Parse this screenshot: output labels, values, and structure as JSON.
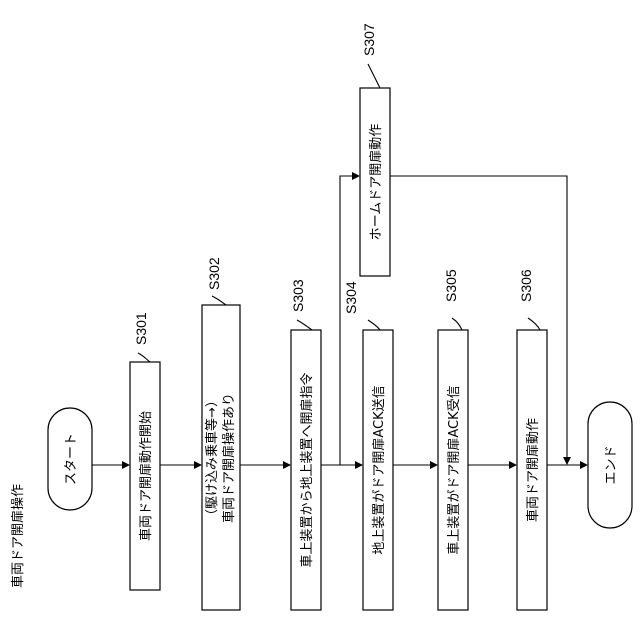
{
  "title": "車両ドア開扉操作",
  "nodes": {
    "start": {
      "text": "スタート"
    },
    "s301": {
      "step": "S301",
      "text": "車両ドア開扉動作開始"
    },
    "s302": {
      "step": "S302",
      "line1": "（駆け込み乗車等→）",
      "line2": "車両ドア開扉操作あり"
    },
    "s303": {
      "step": "S303",
      "text": "車上装置から地上装置へ開扉指令"
    },
    "s304": {
      "step": "S304",
      "text": "地上装置がドア開扉ACK送信"
    },
    "s305": {
      "step": "S305",
      "text": "車上装置がドア開扉ACK受信"
    },
    "s306": {
      "step": "S306",
      "text": "車両ドア開扉動作"
    },
    "s307": {
      "step": "S307",
      "text": "ホームドア開扉動作"
    },
    "end": {
      "text": "エンド"
    }
  }
}
